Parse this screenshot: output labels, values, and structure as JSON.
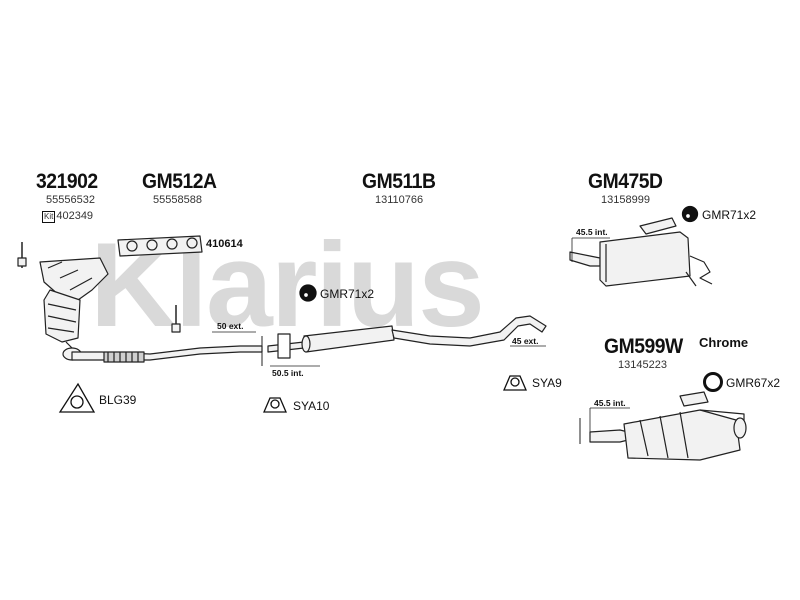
{
  "watermark": "Klarius",
  "parts": [
    {
      "code": "321902",
      "number": "55556532",
      "kit_badge": "Kit",
      "kit_number": "402349"
    },
    {
      "code": "GM512A",
      "number": "55558588"
    },
    {
      "code": "GM511B",
      "number": "13110766"
    },
    {
      "code": "GM475D",
      "number": "13158999"
    },
    {
      "code": "GM599W",
      "number": "13145223",
      "finish": "Chrome"
    }
  ],
  "accessories": {
    "gasket": "410614",
    "gmr71_mid": "GMR71x2",
    "gmr71_right": "GMR71x2",
    "gmr67": "GMR67x2",
    "blg39": "BLG39",
    "sya10": "SYA10",
    "sya9": "SYA9"
  },
  "dimensions": {
    "d50ext": "50 ext.",
    "d50_5int": "50.5 int.",
    "d45ext": "45 ext.",
    "d45_5int_top": "45.5 int.",
    "d45_5int_bottom": "45.5 int."
  },
  "colors": {
    "watermark": "#d9d9d9",
    "line": "#222222",
    "pipe_fill": "#f2f2f2"
  }
}
